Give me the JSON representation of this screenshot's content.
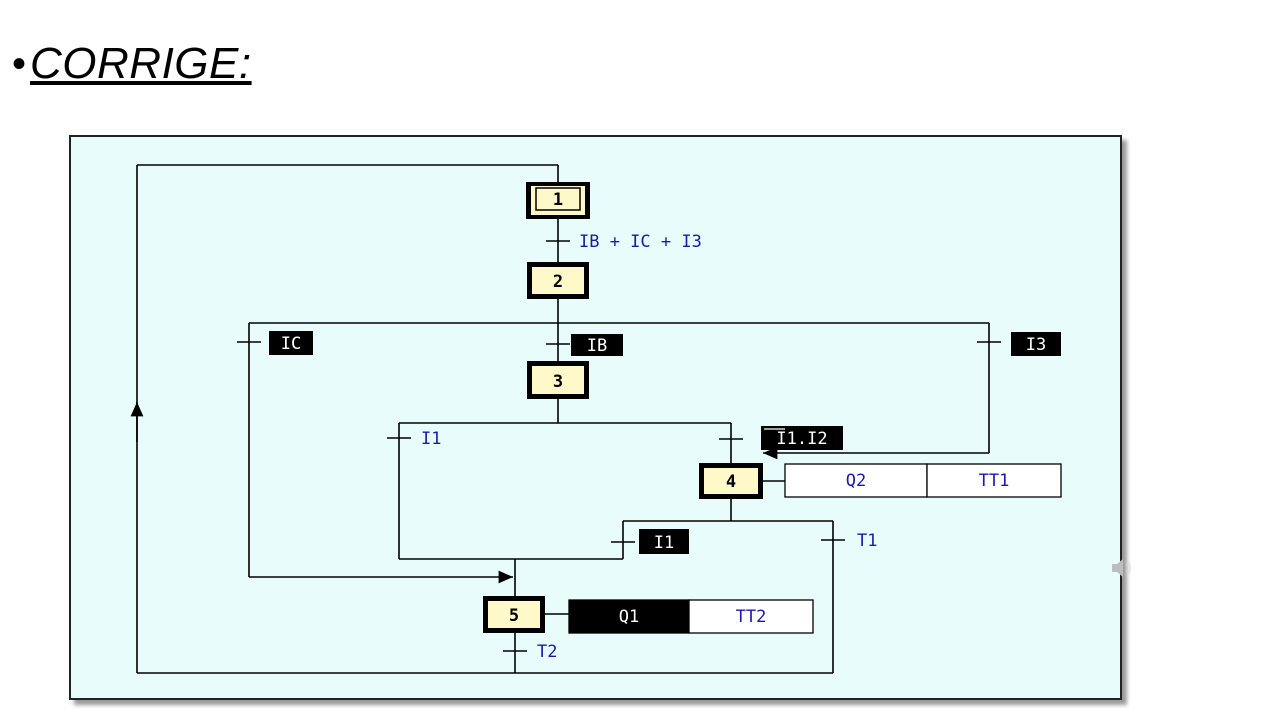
{
  "header": {
    "bullet": "•",
    "title": "CORRIGE:"
  },
  "grafcet": {
    "steps": [
      {
        "number": "1",
        "initial": true
      },
      {
        "number": "2",
        "initial": false
      },
      {
        "number": "3",
        "initial": false
      },
      {
        "number": "4",
        "initial": false
      },
      {
        "number": "5",
        "initial": false
      }
    ],
    "transitions": {
      "t1": "IB + IC + I3",
      "ic": "IC",
      "ib": "IB",
      "i3": "I3",
      "i1_left": "I1",
      "i1i2": "I1.I2",
      "i1_inv": "I1",
      "t1_right": "T1",
      "t2": "T2"
    },
    "actions": {
      "step4": [
        "Q2",
        "TT1"
      ],
      "step5": [
        "Q1",
        "TT2"
      ]
    }
  },
  "colors": {
    "background": "#e8fcfc",
    "step_fill": "#fff8c8",
    "condition_text": "#1a1aa8",
    "inverted_bg": "#000000"
  },
  "icons": {
    "speaker": "speaker-icon"
  }
}
